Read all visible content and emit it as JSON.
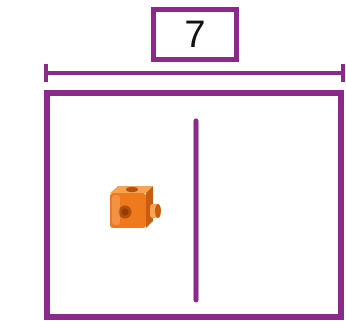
{
  "total": "7",
  "colors": {
    "accent": "#8b2a8c",
    "cube_front": "#ef7a1e",
    "cube_top": "#f7a352",
    "cube_side": "#c95c10",
    "cube_hole": "#b4500c",
    "background": "#ffffff"
  },
  "cube_icon": "orange-connecting-cube-icon",
  "parts": [
    {
      "name": "left-part",
      "cube_count": 1
    },
    {
      "name": "right-part",
      "cube_count": 0
    }
  ]
}
